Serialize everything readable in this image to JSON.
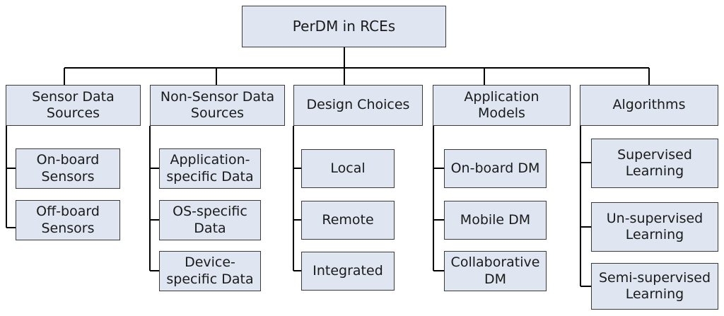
{
  "diagram": {
    "root": "PerDM in RCEs",
    "categories": [
      {
        "label": "Sensor Data\nSources",
        "children": [
          "On-board\nSensors",
          "Off-board\nSensors"
        ]
      },
      {
        "label": "Non-Sensor Data\nSources",
        "children": [
          "Application-\nspecific Data",
          "OS-specific\nData",
          "Device-\nspecific Data"
        ]
      },
      {
        "label": "Design Choices",
        "children": [
          "Local",
          "Remote",
          "Integrated"
        ]
      },
      {
        "label": "Application\nModels",
        "children": [
          "On-board DM",
          "Mobile DM",
          "Collaborative\nDM"
        ]
      },
      {
        "label": "Algorithms",
        "children": [
          "Supervised\nLearning",
          "Un-supervised\nLearning",
          "Semi-supervised\nLearning"
        ]
      }
    ]
  },
  "colors": {
    "box_fill": "#dfe6f1",
    "line": "#000000"
  }
}
